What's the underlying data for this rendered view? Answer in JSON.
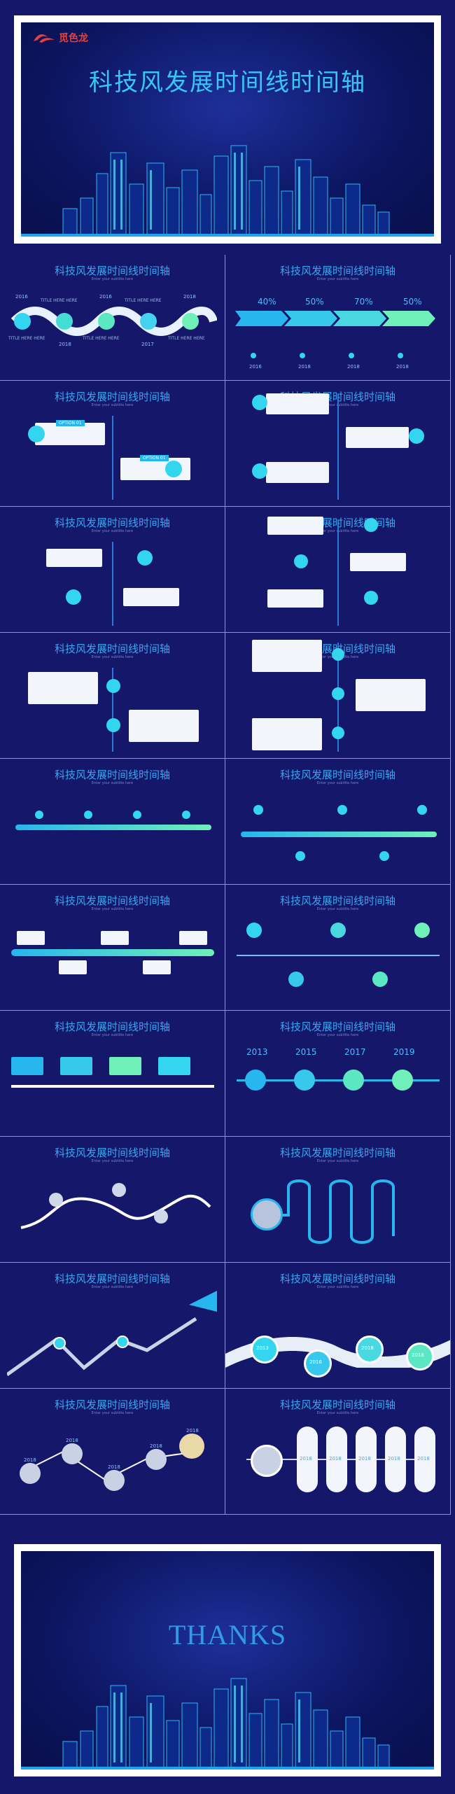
{
  "cover": {
    "logo_text": "觅色龙",
    "title": "科技风发展时间线时间轴"
  },
  "slide": {
    "title": "科技风发展时间线时间轴",
    "subtitle": "Enter your subtitle here",
    "item_title": "TITLE HERE HERE",
    "option_label": "OPTION 01"
  },
  "slide1_years": [
    "2016",
    "2018",
    "2016",
    "2017",
    "2018"
  ],
  "slide2": {
    "percents": [
      "40%",
      "50%",
      "70%",
      "50%"
    ],
    "years": [
      "2016",
      "2018",
      "2018",
      "2018"
    ]
  },
  "slide14_years": [
    "2013",
    "2015",
    "2017",
    "2019"
  ],
  "slide18_years": [
    "2013",
    "2016",
    "2018",
    "2018"
  ],
  "slide21_years": [
    "2018",
    "2018",
    "2018",
    "2018",
    "2018"
  ],
  "slide22_years": [
    "2018",
    "2018",
    "2018",
    "2018",
    "2018"
  ],
  "thanks": {
    "title": "THANKS"
  },
  "colors": {
    "background": "#14176a",
    "accent_cyan": "#33d6ee",
    "accent_green": "#6ff0b8",
    "title_blue": "#3aa6ef"
  }
}
